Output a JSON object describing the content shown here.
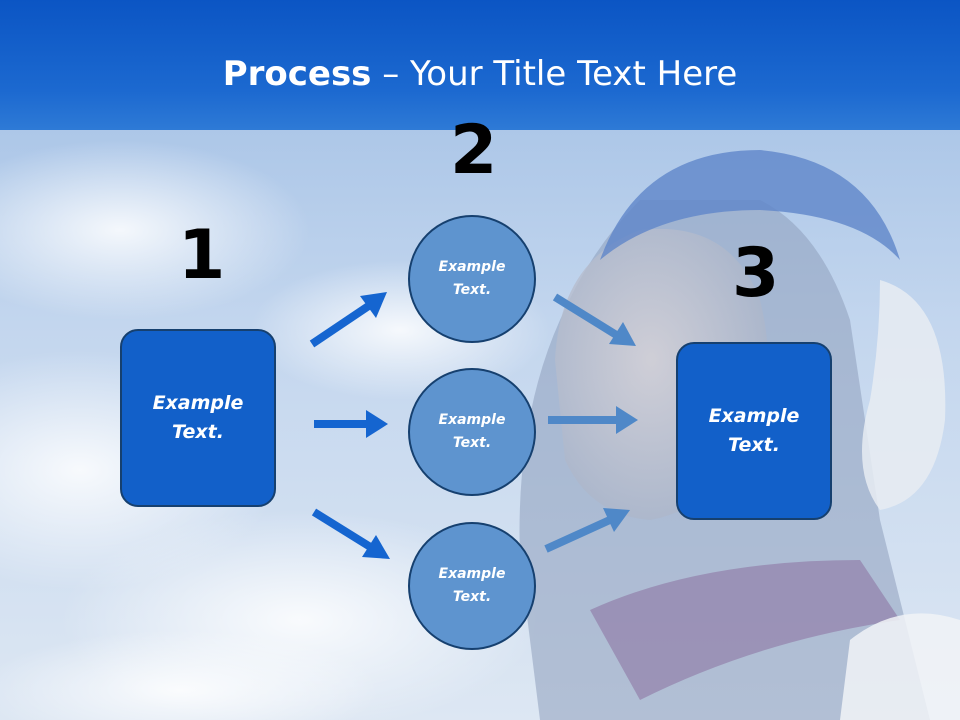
{
  "title": {
    "bold": "Process",
    "rest": " – Your Title Text Here"
  },
  "steps": [
    {
      "number": "1",
      "label": "Example\nText."
    },
    {
      "number": "2",
      "labels": [
        "Example\nText.",
        "Example\nText.",
        "Example\nText."
      ]
    },
    {
      "number": "3",
      "label": "Example\nText."
    }
  ],
  "colors": {
    "title_band": "#1c69d0",
    "box_fill": "#1260c9",
    "circle_fill": "#5e94cf",
    "left_arrows": "#1565d0",
    "right_arrows": "#4f88c8",
    "outline": "#16406f"
  }
}
